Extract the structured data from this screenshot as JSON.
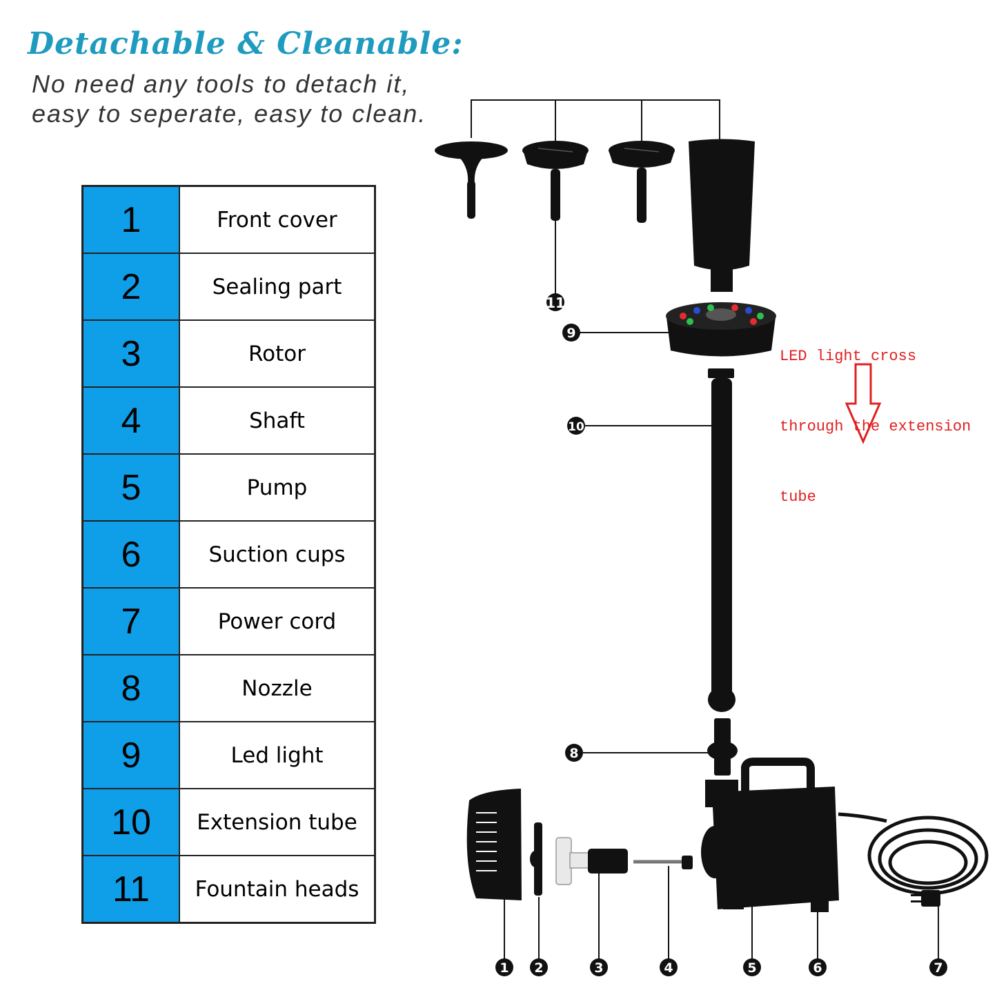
{
  "header": {
    "title": "Detachable & Cleanable:",
    "subtitle_line1": "No need any tools to detach it,",
    "subtitle_line2": "easy to seperate, easy to clean."
  },
  "parts": [
    {
      "num": "1",
      "name": "Front cover"
    },
    {
      "num": "2",
      "name": "Sealing part"
    },
    {
      "num": "3",
      "name": "Rotor"
    },
    {
      "num": "4",
      "name": "Shaft"
    },
    {
      "num": "5",
      "name": "Pump"
    },
    {
      "num": "6",
      "name": "Suction cups"
    },
    {
      "num": "7",
      "name": "Power cord"
    },
    {
      "num": "8",
      "name": "Nozzle"
    },
    {
      "num": "9",
      "name": "Led light"
    },
    {
      "num": "10",
      "name": "Extension tube"
    },
    {
      "num": "11",
      "name": "Fountain heads"
    }
  ],
  "led_note": {
    "line1": "LED light cross",
    "line2": "through the extension",
    "line3": "tube"
  },
  "callouts": {
    "c1": "1",
    "c2": "2",
    "c3": "3",
    "c4": "4",
    "c5": "5",
    "c6": "6",
    "c7": "7",
    "c8": "8",
    "c9": "9",
    "c10": "10",
    "c11": "11"
  },
  "colors": {
    "title": "#1e9bbf",
    "subtitle": "#333333",
    "number_cell": "#0f9ee8",
    "note": "#e02020",
    "part_black": "#111111"
  }
}
